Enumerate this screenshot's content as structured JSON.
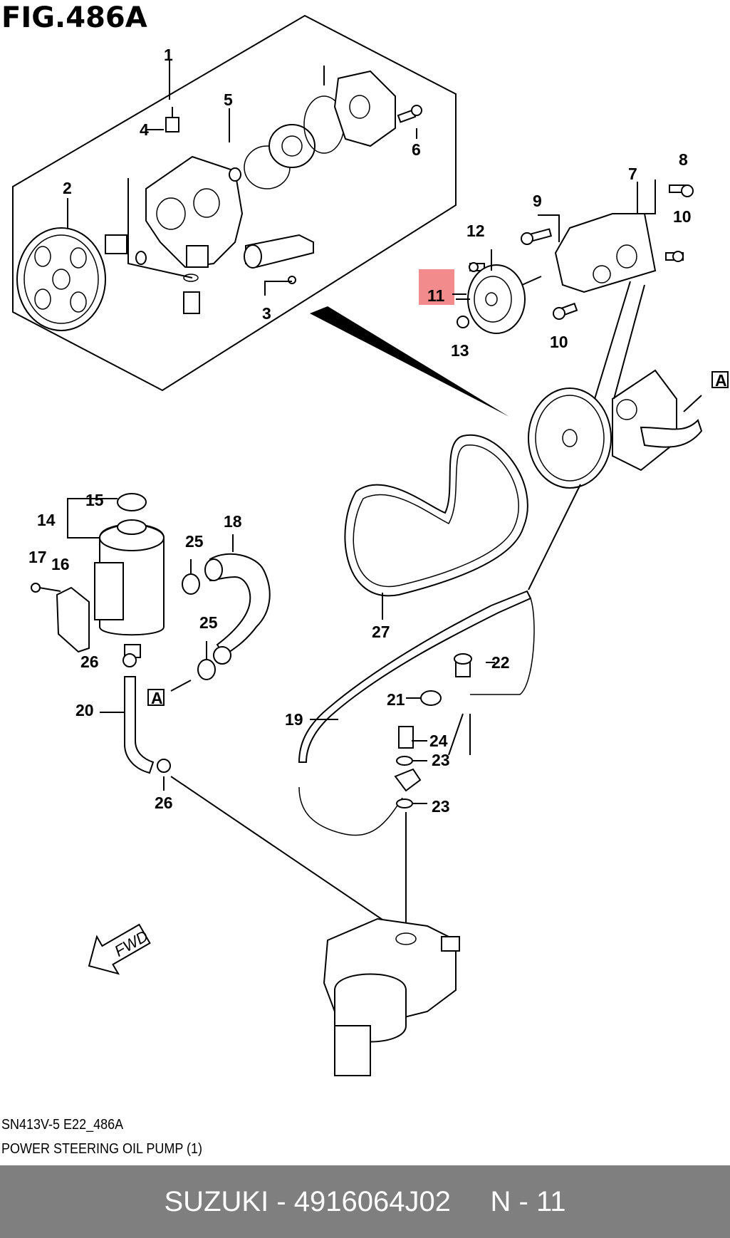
{
  "figure": {
    "title": "FIG.486A",
    "caption_code": "SN413V-5 E22_486A",
    "caption_name": "POWER STEERING OIL PUMP (1)",
    "highlight_color": "#f28c8c",
    "fwd_label": "FWD",
    "ref_label": "A"
  },
  "callouts": [
    "1",
    "2",
    "3",
    "4",
    "5",
    "6",
    "7",
    "8",
    "9",
    "10",
    "10",
    "11",
    "12",
    "13",
    "14",
    "15",
    "16",
    "17",
    "18",
    "19",
    "20",
    "21",
    "22",
    "23",
    "23",
    "24",
    "25",
    "25",
    "26",
    "26",
    "27"
  ],
  "footer": {
    "brand": "SUZUKI",
    "sep": " - ",
    "part_number": "4916064J02",
    "gap": "     ",
    "position": "N - 11"
  }
}
